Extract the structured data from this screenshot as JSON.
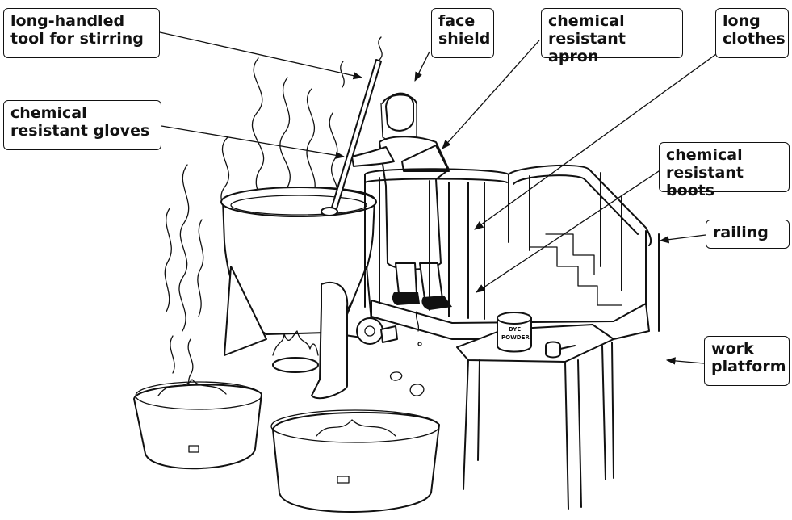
{
  "labels": {
    "tool": "long-handled\ntool for stirring",
    "face_shield": "face\nshield",
    "apron": "chemical\nresistant apron",
    "clothes": "long\nclothes",
    "gloves": "chemical\nresistant gloves",
    "boots": "chemical\nresistant boots",
    "railing": "railing",
    "platform": "work\nplatform"
  },
  "dye_can": {
    "line1": "DYE",
    "line2": "POWDER"
  }
}
